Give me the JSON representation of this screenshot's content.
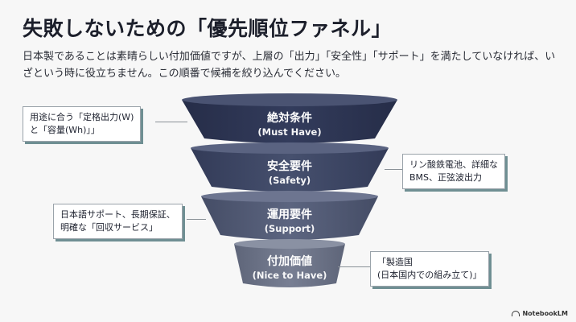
{
  "title": "失敗しないための「優先順位ファネル」",
  "subtitle": "日本製であることは素晴らしい付加価値ですが、上層の「出力」「安全性」「サポート」を満たしていなければ、いざという時に役立ちません。この順番で候補を絞り込んでください。",
  "stages": [
    {
      "name": "絶対条件",
      "sub": "(Must Have)",
      "color": "#2b3350"
    },
    {
      "name": "安全要件",
      "sub": "(Safety)",
      "color": "#3a4462"
    },
    {
      "name": "運用要件",
      "sub": "(Support)",
      "color": "#4d5670"
    },
    {
      "name": "付加価値",
      "sub": "(Nice to Have)",
      "color": "#6a7184"
    }
  ],
  "callouts": [
    {
      "line1": "用途に合う「定格出力(W)",
      "line2": "と「容量(Wh)」」"
    },
    {
      "line1": "リン酸鉄電池、詳細な",
      "line2": "BMS、正弦波出力"
    },
    {
      "line1": "日本語サポート、長期保証、",
      "line2": "明確な「回収サービス」"
    },
    {
      "line1": "「製造国",
      "line2": "(日本国内での組み立て)」"
    }
  ],
  "logo": "NotebookLM"
}
